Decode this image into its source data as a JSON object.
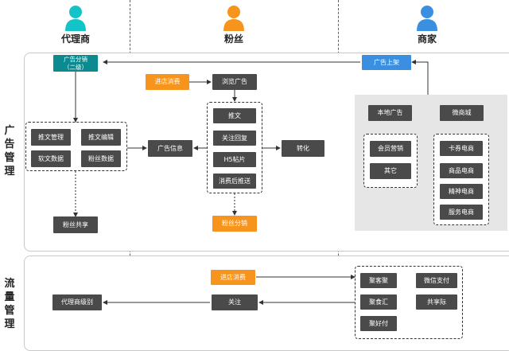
{
  "personas": [
    {
      "name": "代理商",
      "color": "#14c3c8"
    },
    {
      "name": "粉丝",
      "color": "#f7941d"
    },
    {
      "name": "商家",
      "color": "#3a8fe0"
    }
  ],
  "sections": {
    "ad": {
      "label": "广告管理"
    },
    "traffic": {
      "label": "流量管理"
    }
  },
  "ad": {
    "agent": {
      "distribution": "广告分销\n（二级）",
      "grid": [
        "推文管理",
        "推文编辑",
        "软文数据",
        "粉丝数据"
      ],
      "fan_share": "粉丝共享"
    },
    "fan": {
      "store_consume": "进店消费",
      "browse_ads": "浏览广告",
      "ad_info": "广告信息",
      "actions": [
        "推文",
        "关注回复",
        "H5帖片",
        "消费后推送"
      ],
      "convert": "转化",
      "fan_distribution": "粉丝分销"
    },
    "merchant": {
      "ad_launch": "广告上架",
      "local_ads": "本地广告",
      "wechat_mall": "微商城",
      "left_items": [
        "会员营销",
        "其它"
      ],
      "right_items": [
        "卡券电商",
        "商品电商",
        "精神电商",
        "服务电商"
      ]
    }
  },
  "traffic": {
    "store_consume": "进店消费",
    "follow": "关注",
    "agent_level": "代理商级别",
    "payments": [
      "聚客聚",
      "微信支付",
      "聚食汇",
      "共享际",
      "聚好付"
    ]
  },
  "colors": {
    "lane_divider": "#d9302c",
    "dark_box": "#4a4a4a",
    "teal": "#0d8a8f",
    "orange": "#f7941d",
    "blue": "#3a8fe0"
  }
}
